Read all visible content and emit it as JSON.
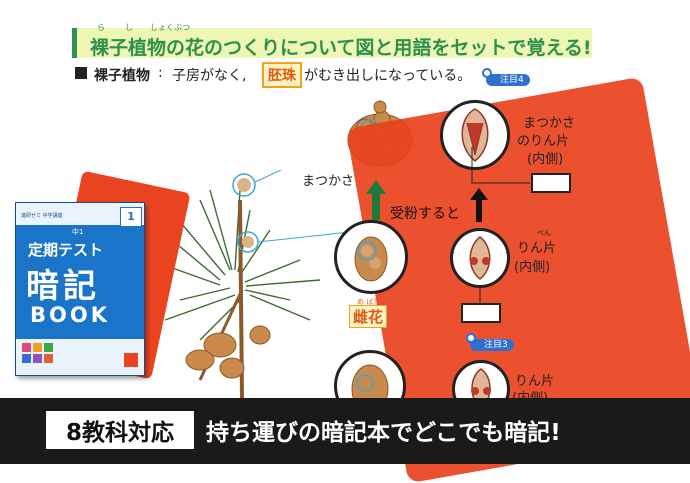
{
  "heading": {
    "text": "裸子植物の花のつくりについて図と用語をセットで覚える!",
    "ruby": [
      "ら",
      "し",
      "しょくぶつ"
    ]
  },
  "definition": {
    "term": "裸子植物",
    "colon": ":",
    "before": "子房がなく,",
    "keyword": "胚珠",
    "after": "がむき出しになっている。",
    "note": "注目4"
  },
  "diagram": {
    "label_cone": "まつかさ",
    "label_pollination": "受粉すると",
    "label_cone_scale": [
      "まつかさ",
      "のりん片",
      "(内側)"
    ],
    "label_scale_mid": [
      "りん片",
      "(内側)"
    ],
    "label_scale_mid_ruby": "ぺん",
    "label_scale_low": [
      "りん片",
      "(内側)"
    ],
    "female_flower_label": "雌花",
    "female_flower_ruby": "め ばな",
    "note_mid": "注目3"
  },
  "book": {
    "series": "進研ゼミ 中学講座",
    "grade": "中1",
    "vol": "1",
    "title_line1": "定期テスト",
    "title_line2": "暗記",
    "title_line3": "BOOK"
  },
  "banner": {
    "badge": "8教科対応",
    "tagline": "持ち運びの暗記本でどこでも暗記!"
  },
  "colors": {
    "accent_green": "#2f8f4e",
    "sheet_red": "#e9431f",
    "book_blue": "#1a74c8",
    "keyword_orange": "#e05a10"
  }
}
